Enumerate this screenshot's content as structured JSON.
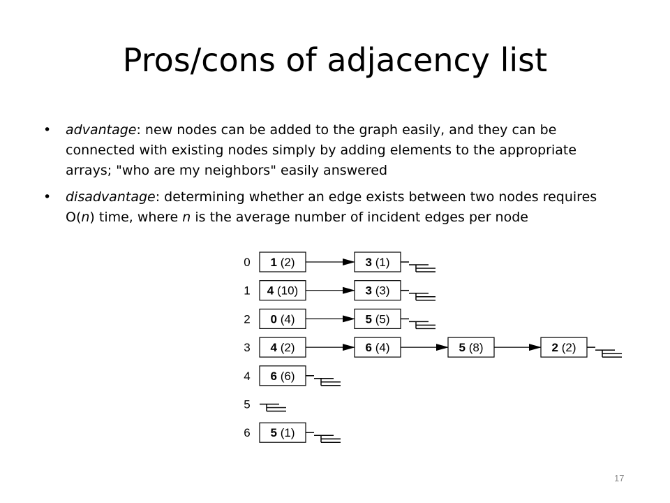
{
  "slide": {
    "title": "Pros/cons of adjacency list",
    "page_number": "17"
  },
  "bullets": [
    {
      "term": "advantage",
      "pre": "",
      "var1": "",
      "mid": "",
      "var2": "",
      "post": ": new nodes can be added to the graph easily, and they can be connected with existing nodes simply by adding elements to the appropriate arrays; \"who are my neighbors\" easily answered"
    },
    {
      "term": "disadvantage",
      "pre": ": determining whether an edge exists between two nodes requires O(",
      "var1": "n",
      "mid": ") time, where ",
      "var2": "n",
      "post": " is the average number of incident edges per node"
    }
  ],
  "adjacency_list": [
    {
      "index": "0",
      "nodes": [
        {
          "id": "1",
          "weight": "(2)"
        },
        {
          "id": "3",
          "weight": "(1)"
        }
      ]
    },
    {
      "index": "1",
      "nodes": [
        {
          "id": "4",
          "weight": "(10)"
        },
        {
          "id": "3",
          "weight": "(3)"
        }
      ]
    },
    {
      "index": "2",
      "nodes": [
        {
          "id": "0",
          "weight": "(4)"
        },
        {
          "id": "5",
          "weight": "(5)"
        }
      ]
    },
    {
      "index": "3",
      "nodes": [
        {
          "id": "4",
          "weight": "(2)"
        },
        {
          "id": "6",
          "weight": "(4)"
        },
        {
          "id": "5",
          "weight": "(8)"
        },
        {
          "id": "2",
          "weight": "(2)"
        }
      ]
    },
    {
      "index": "4",
      "nodes": [
        {
          "id": "6",
          "weight": "(6)"
        }
      ]
    },
    {
      "index": "5",
      "nodes": []
    },
    {
      "index": "6",
      "nodes": [
        {
          "id": "5",
          "weight": "(1)"
        }
      ]
    }
  ]
}
